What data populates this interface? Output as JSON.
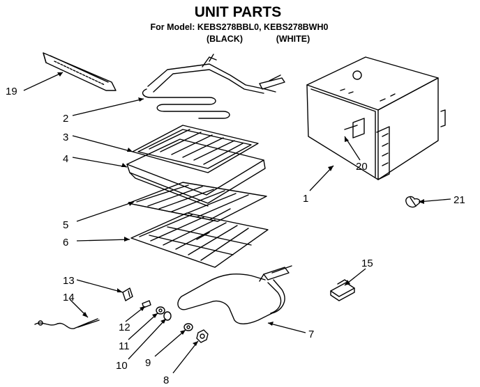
{
  "header": {
    "title": "UNIT PARTS",
    "model_line": "For Model: KEBS278BBL0, KEBS278BWH0",
    "variant_black": "(BLACK)",
    "variant_white": "(WHITE)"
  },
  "callouts": [
    "1",
    "2",
    "3",
    "4",
    "5",
    "6",
    "7",
    "8",
    "9",
    "10",
    "11",
    "12",
    "13",
    "14",
    "15",
    "19",
    "20",
    "21"
  ]
}
